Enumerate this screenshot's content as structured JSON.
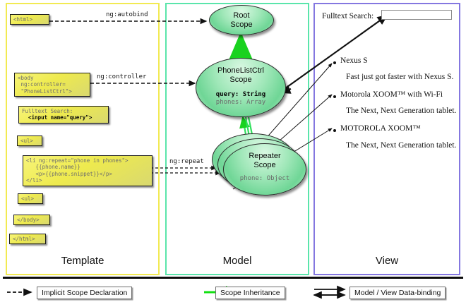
{
  "columns": [
    {
      "id": "template",
      "label": "Template",
      "border_color": "#f2ea52"
    },
    {
      "id": "model",
      "label": "Model",
      "border_color": "#5ae5ab"
    },
    {
      "id": "view",
      "label": "View",
      "border_color": "#8477e0"
    }
  ],
  "template": {
    "boxes": [
      {
        "name": "html-open-box",
        "lines": [
          "<html>"
        ]
      },
      {
        "name": "body-box",
        "lines": [
          "<body",
          "  ng:controller=",
          "  \"PhoneListCtrl\">"
        ]
      },
      {
        "name": "fulltext-search-box",
        "plain": "Fulltext Search:",
        "bold": "  <input name=\"query\">"
      },
      {
        "name": "ul-open-box",
        "lines": [
          "<ul>"
        ]
      },
      {
        "name": "li-repeat-box",
        "lines": [
          "<li ng:repeat=\"phone in phones\">",
          "   {{phone.name}}",
          "   <p>{{phone.snippet}}</p>",
          "</li>"
        ]
      },
      {
        "name": "ul-close-box",
        "lines": [
          "<ul>"
        ]
      },
      {
        "name": "body-close-box",
        "lines": [
          "</body>"
        ]
      },
      {
        "name": "html-close-box",
        "lines": [
          "</html>"
        ]
      }
    ]
  },
  "model": {
    "scopes": [
      {
        "name": "root-scope",
        "title": "Root\nScope",
        "title_line1": "Root",
        "title_line2": "Scope",
        "props": []
      },
      {
        "name": "phonelistctrl-scope",
        "title_line1": "PhoneListCtrl",
        "title_line2": "Scope",
        "prop_bold": "query: String",
        "prop_plain": "phones: Array"
      },
      {
        "name": "repeater-scope",
        "title_line1": "Repeater",
        "title_line2": "Scope",
        "prop_plain": "phone: Object"
      }
    ]
  },
  "view": {
    "search_label": "Fulltext Search:",
    "search_value": "",
    "search_placeholder": "",
    "phones": [
      {
        "name": "Nexus S",
        "snippet": "Fast just got faster with Nexus S."
      },
      {
        "name": "Motorola XOOM™  with Wi-Fi",
        "snippet": "The Next, Next Generation tablet."
      },
      {
        "name": "MOTOROLA XOOM™",
        "snippet": "The Next, Next Generation tablet."
      }
    ]
  },
  "edge_labels": {
    "autobind": "ng:autobind",
    "controller": "ng:controller",
    "repeat": "ng:repeat"
  },
  "legend": [
    {
      "name": "legend-implicit-scope-declaration",
      "label": "Implicit Scope Declaration",
      "arrow": "dashed-black",
      "color": "#111111"
    },
    {
      "name": "legend-scope-inheritance",
      "label": "Scope Inheritance",
      "arrow": "solid-green",
      "color": "#12e012"
    },
    {
      "name": "legend-model-view-data-binding",
      "label": "Model / View Data-binding",
      "arrow": "double-black",
      "color": "#111111"
    }
  ],
  "colors": {
    "template_border": "#f2ea52",
    "model_border": "#5ae5ab",
    "view_border": "#8477e0",
    "code_box_fill": "#eeea4e",
    "scope_fill": "#8fe3ad",
    "inheritance_arrow": "#12e012"
  }
}
